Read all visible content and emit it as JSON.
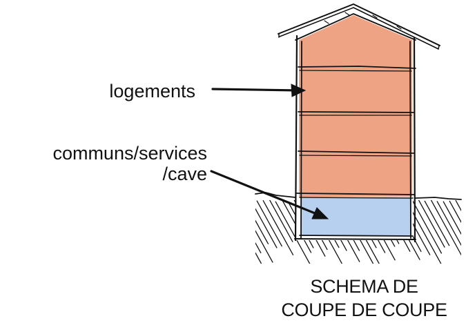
{
  "labels": {
    "upper_zone": "logements",
    "lower_zone_line1": "communs/services",
    "lower_zone_line2": "/cave"
  },
  "caption": {
    "line1": "SCHEMA DE",
    "line2": "COUPE DE COUPE"
  },
  "colors": {
    "upper_fill": "#EFA385",
    "lower_fill": "#B8D0F0",
    "ink": "#111111"
  }
}
